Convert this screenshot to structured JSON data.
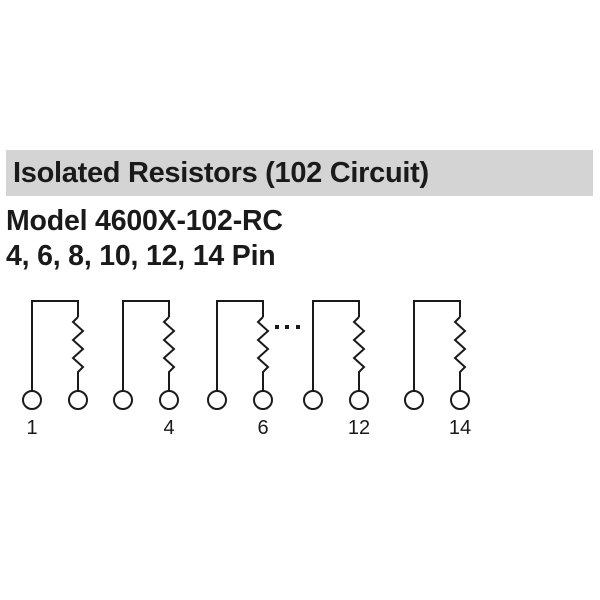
{
  "header": {
    "title": "Isolated Resistors (102 Circuit)",
    "model": "Model 4600X-102-RC",
    "pin_counts": "4, 6, 8, 10, 12, 14 Pin"
  },
  "schematic": {
    "groups": [
      {
        "left_pin_label": "1",
        "right_pin_label": ""
      },
      {
        "left_pin_label": "",
        "right_pin_label": "4"
      },
      {
        "left_pin_label": "",
        "right_pin_label": "6"
      },
      {
        "left_pin_label": "",
        "right_pin_label": "12"
      },
      {
        "left_pin_label": "",
        "right_pin_label": "14"
      }
    ],
    "ellipsis": "...",
    "colors": {
      "line": "#1a1a1a",
      "band": "#d4d4d4"
    }
  }
}
